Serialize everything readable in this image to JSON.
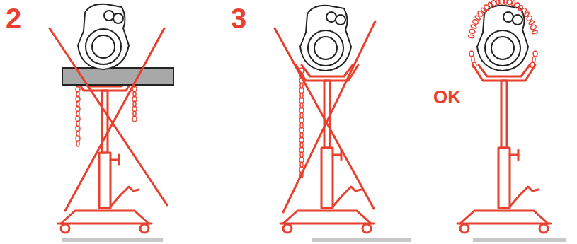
{
  "diagram": {
    "labels": [
      "2",
      "3",
      "OK"
    ]
  }
}
